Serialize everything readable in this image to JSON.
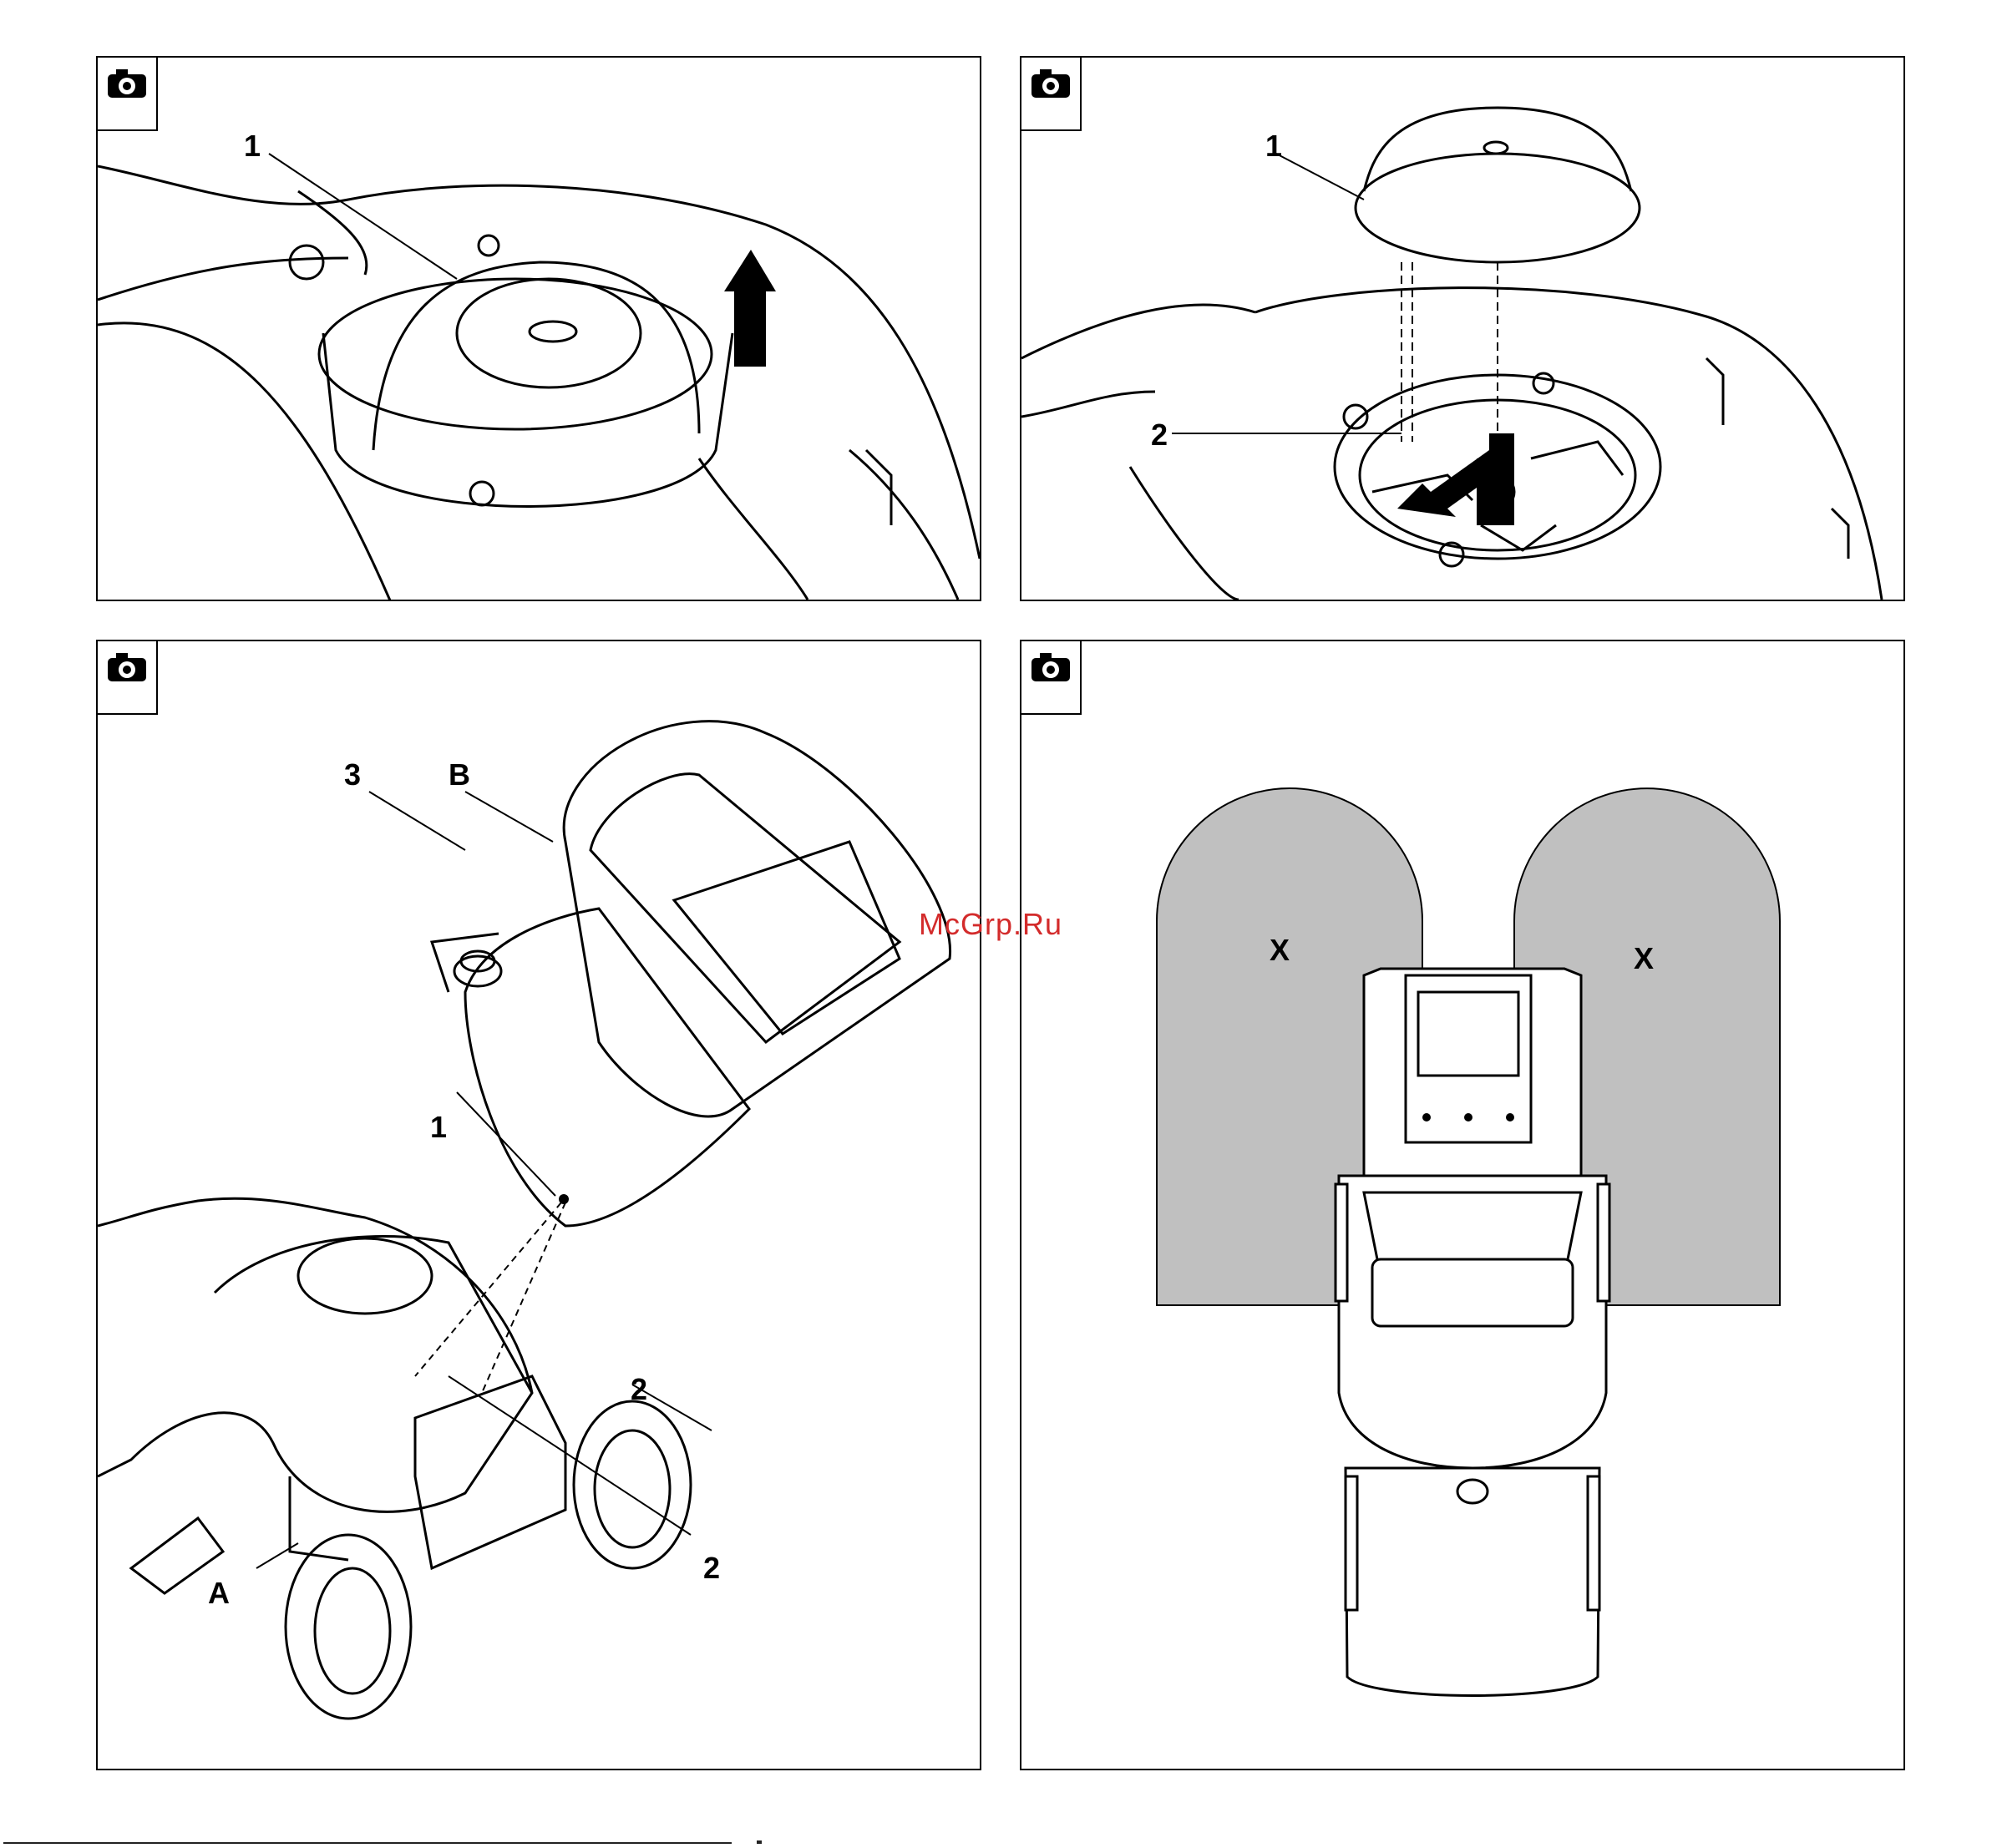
{
  "panels": [
    {
      "id": "p1",
      "callouts": [
        "1"
      ]
    },
    {
      "id": "p2",
      "callouts": [
        "1",
        "2"
      ]
    },
    {
      "id": "p3",
      "callouts": [
        "3",
        "B",
        "1",
        "2",
        "2",
        "A"
      ]
    },
    {
      "id": "p4",
      "callouts": [
        "X",
        "X"
      ]
    }
  ],
  "icons": {
    "camera": "camera-icon"
  },
  "watermark": "McGrp.Ru",
  "colors": {
    "line": "#000000",
    "zone_fill": "#c0c0c0",
    "watermark": "#d32b2b"
  }
}
